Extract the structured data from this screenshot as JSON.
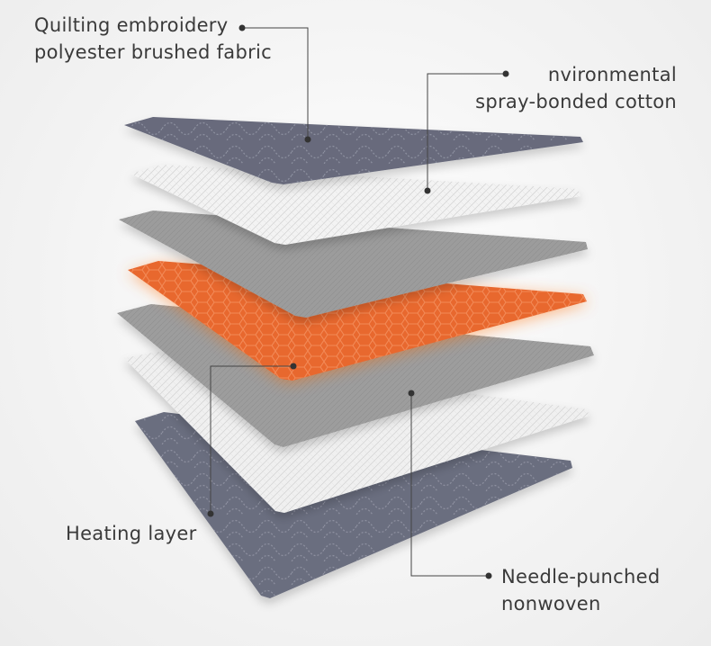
{
  "labels": {
    "top_fabric": {
      "line1": "Quilting embroidery",
      "line2": "polyester brushed fabric"
    },
    "cotton": {
      "line1": "nvironmental",
      "line2": "spray-bonded cotton"
    },
    "heating": {
      "line1": "Heating layer"
    },
    "nonwoven": {
      "line1": "Needle-punched",
      "line2": "nonwoven"
    }
  },
  "colors": {
    "quilted_gray": "#696c7d",
    "white_fabric": "#f1f1f1",
    "gray_felt": "#9a9a9a",
    "heating_orange": "#e8682f",
    "leader_line": "#444444",
    "text": "#3a3a3a"
  }
}
